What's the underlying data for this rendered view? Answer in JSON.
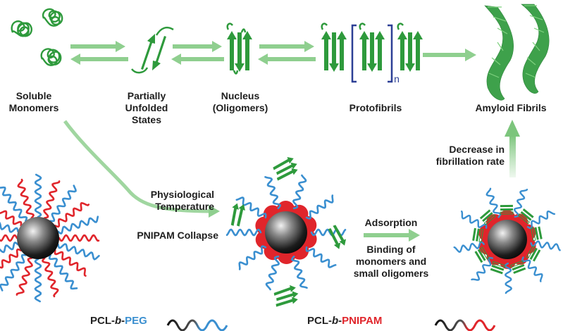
{
  "stages": {
    "monomers": [
      "Soluble",
      "Monomers"
    ],
    "partial": [
      "Partially",
      "Unfolded",
      "States"
    ],
    "nucleus": [
      "Nucleus",
      "(Oligomers)"
    ],
    "protofibrils": "Protofibrils",
    "protofibril_subscript": "n",
    "fibrils": "Amyloid Fibrils"
  },
  "process": {
    "temperature": [
      "Physiological",
      "Temperature"
    ],
    "collapse": "PNIPAM Collapse",
    "adsorption": "Adsorption",
    "binding": [
      "Binding of",
      "monomers and",
      "small oligomers"
    ],
    "decrease": [
      "Decrease in",
      "fibrillation rate"
    ]
  },
  "legend": {
    "peg": {
      "prefix": "PCL-",
      "italic": "b",
      "dash": "-",
      "suffix": "PEG",
      "color": "#3a8fd0"
    },
    "pnipam": {
      "prefix": "PCL-",
      "italic": "b",
      "dash": "-",
      "suffix": "PNIPAM",
      "color": "#e0252b"
    }
  },
  "colors": {
    "protein": "#2e9a3c",
    "arrow": "#8fcf8f",
    "peg": "#3a8fd0",
    "pnipam": "#e0252b",
    "bracket": "#2c3f95",
    "core": "#333333"
  }
}
